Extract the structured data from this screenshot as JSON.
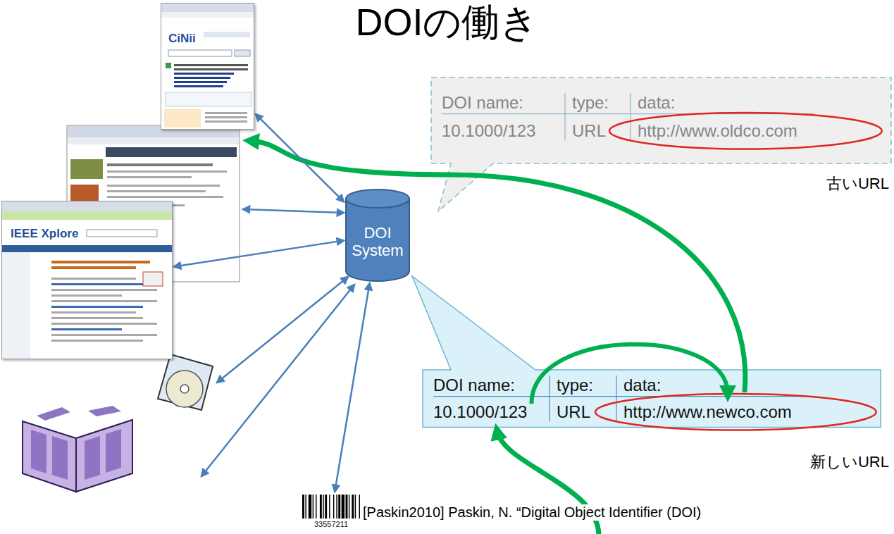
{
  "diagram": {
    "title": "DOIの働き",
    "nodes": [
      {
        "text": [
          "CiNii"
        ]
      },
      {
        "text": [
          "DOI name:",
          "type:",
          "data:",
          "10.1000/123",
          "URL",
          "http://www.oldco.com"
        ]
      },
      {
        "text": [
          "IEEE Xplore"
        ]
      },
      {
        "text": [
          "DOI System"
        ]
      },
      {
        "text": [
          "DOI name:",
          "type:",
          "data:",
          "10.1000/123",
          "URL",
          "http://www.newco.com"
        ]
      },
      {
        "text": [
          "33557211"
        ]
      }
    ],
    "edges": [
      {
        "from": 3,
        "to": 0,
        "arrow": "both"
      },
      {
        "from": 3,
        "to": 2,
        "arrow": "both"
      },
      {
        "from": 3,
        "to": 5,
        "arrow": "both"
      }
    ],
    "labels": [
      "古いURL",
      "新しいURL",
      "[Paskin2010] Paskin, N. “Digital Object Identifier (DOI)"
    ]
  }
}
